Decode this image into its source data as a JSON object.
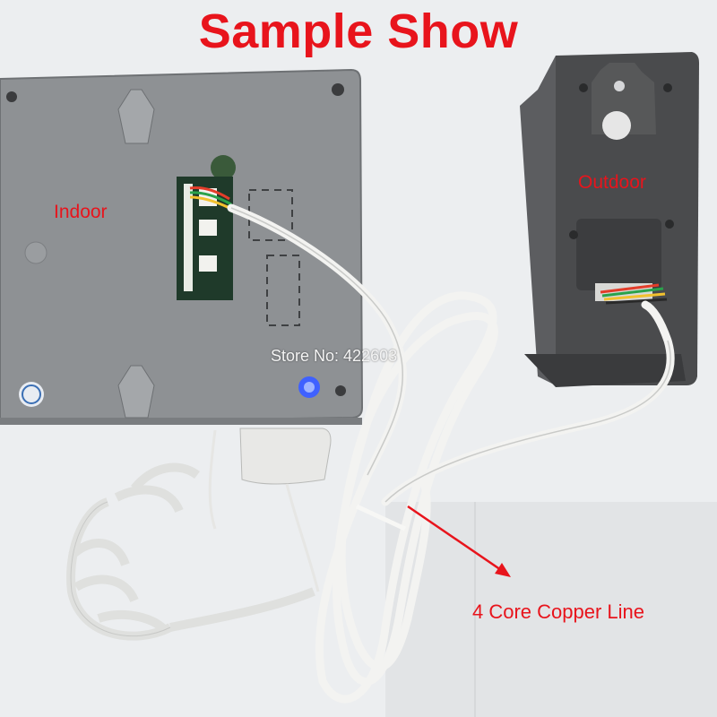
{
  "title": "Sample Show",
  "labels": {
    "indoor": "Indoor",
    "outdoor": "Outdoor",
    "cable": "4 Core Copper Line"
  },
  "watermark": "Store No: 422603",
  "colors": {
    "label_red": "#e8141c",
    "background": "#eceef0",
    "indoor_unit": "#8e9194",
    "outdoor_unit": "#4a4b4d",
    "cable": "#f3f3f1"
  }
}
